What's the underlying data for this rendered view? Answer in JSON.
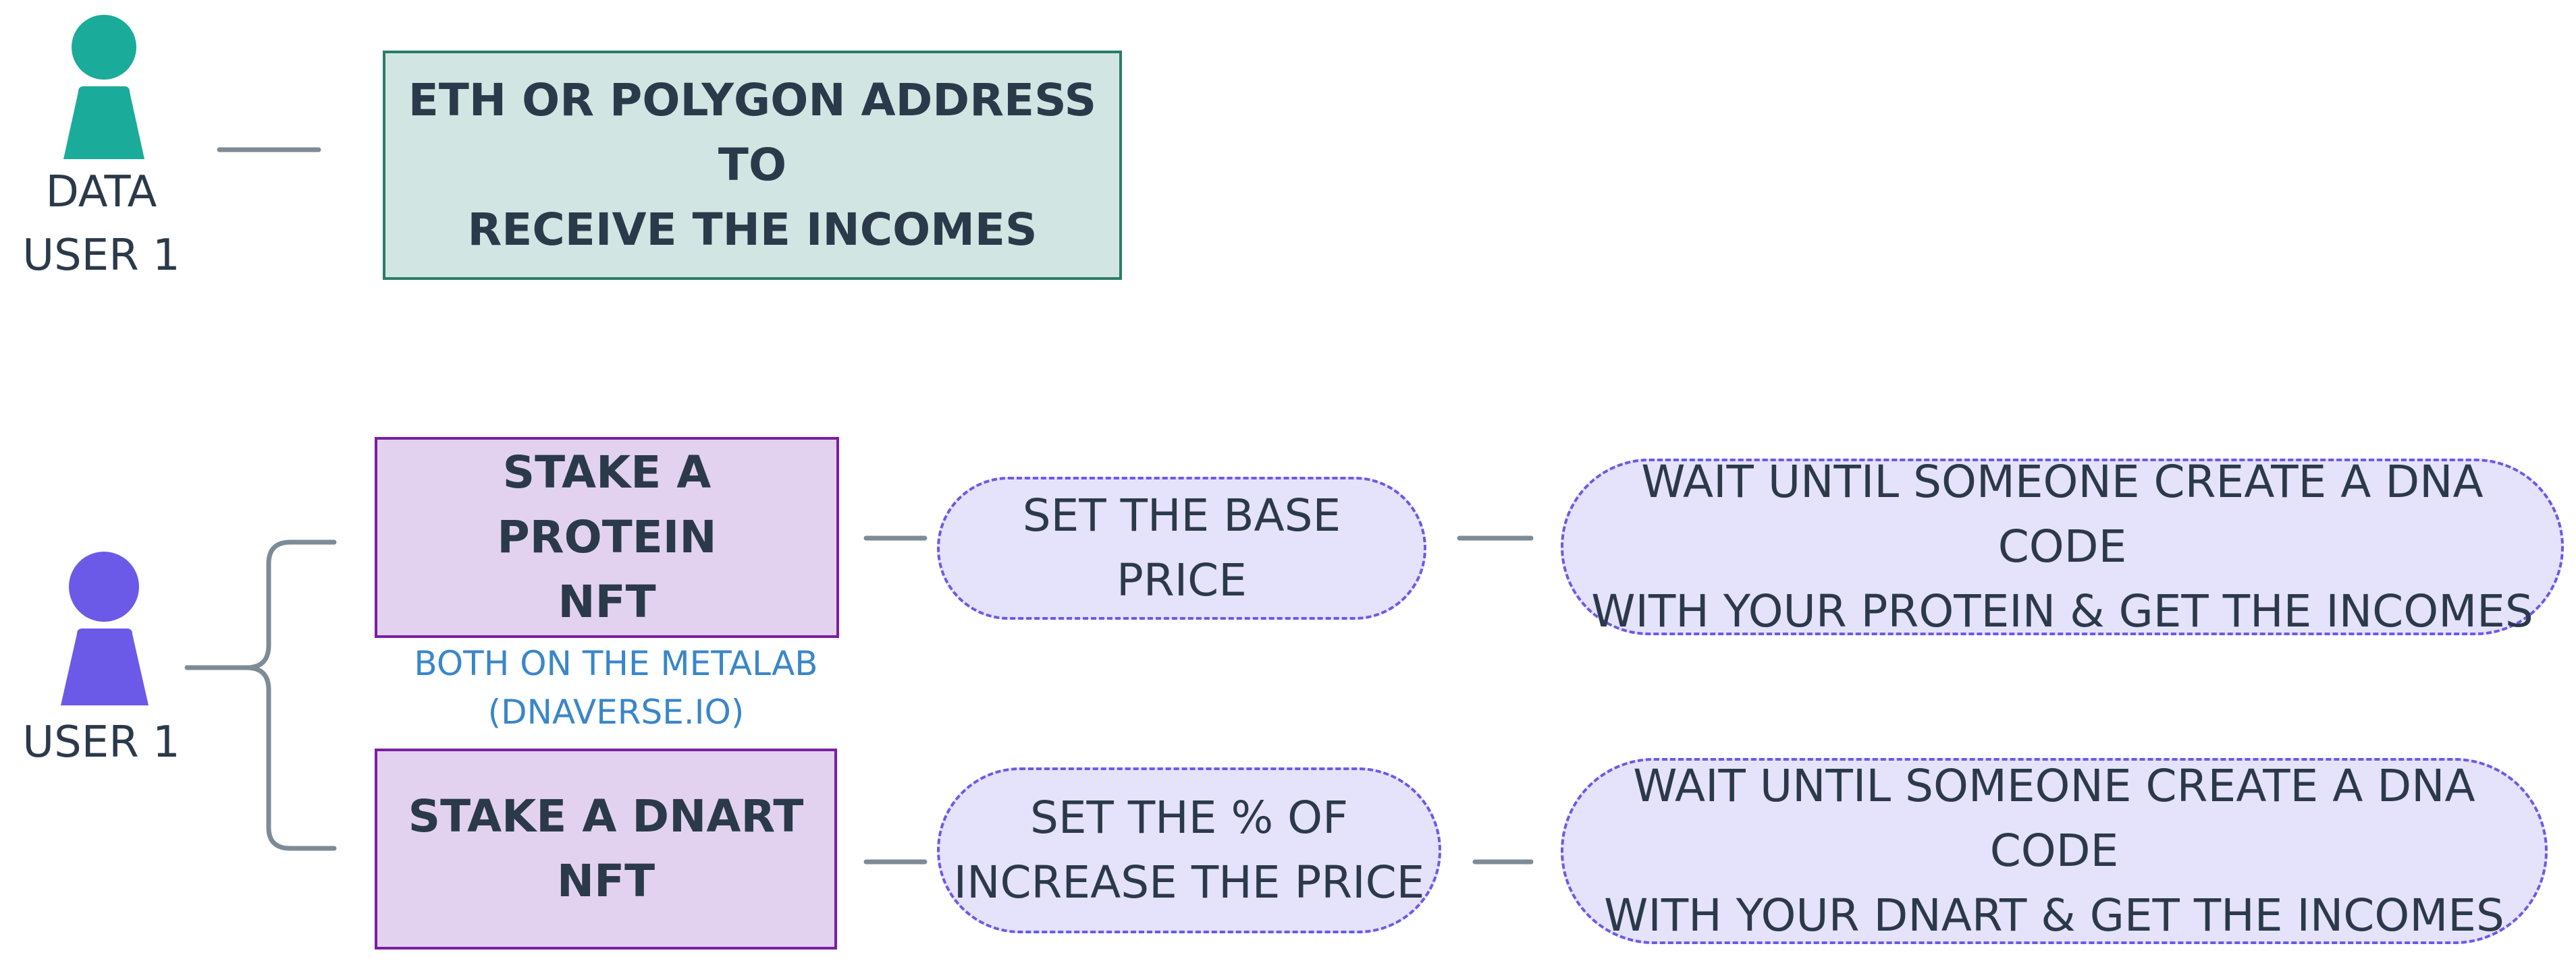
{
  "colors": {
    "teal": "#1bab9a",
    "purple": "#6b5ae8",
    "arrow": "#7d8b96",
    "text": "#2b3a4a",
    "green_box_fill": "#d1e6e2",
    "green_box_border": "#2a7c68",
    "stake_fill": "#e2d2f0",
    "stake_border": "#7a1ea3",
    "pill_fill": "#e5e2fb",
    "pill_border": "#6b5ae8",
    "note_text": "#3a86c9"
  },
  "icons": {
    "data_user": "person-icon",
    "user": "person-icon"
  },
  "data_user": {
    "line1": "DATA",
    "line2": "USER 1"
  },
  "address_box": {
    "line1": "ETH OR POLYGON ADDRESS TO",
    "line2": "RECEIVE THE INCOMES"
  },
  "user": {
    "label": "USER 1"
  },
  "protein_row": {
    "stake": {
      "line1": "STAKE A PROTEIN",
      "line2": "NFT"
    },
    "price": {
      "line1": "SET THE BASE PRICE"
    },
    "wait": {
      "line1": "WAIT UNTIL SOMEONE CREATE A DNA CODE",
      "line2": "WITH YOUR PROTEIN & GET THE INCOMES"
    }
  },
  "note": {
    "line1": "BOTH ON THE METALAB",
    "line2": "(DNAVERSE.IO)"
  },
  "dnart_row": {
    "stake": {
      "line1": "STAKE A DNART",
      "line2": "NFT"
    },
    "price": {
      "line1": "SET THE % OF",
      "line2": "INCREASE THE PRICE"
    },
    "wait": {
      "line1": "WAIT UNTIL SOMEONE CREATE A DNA CODE",
      "line2": "WITH YOUR DNART & GET THE INCOMES"
    }
  }
}
